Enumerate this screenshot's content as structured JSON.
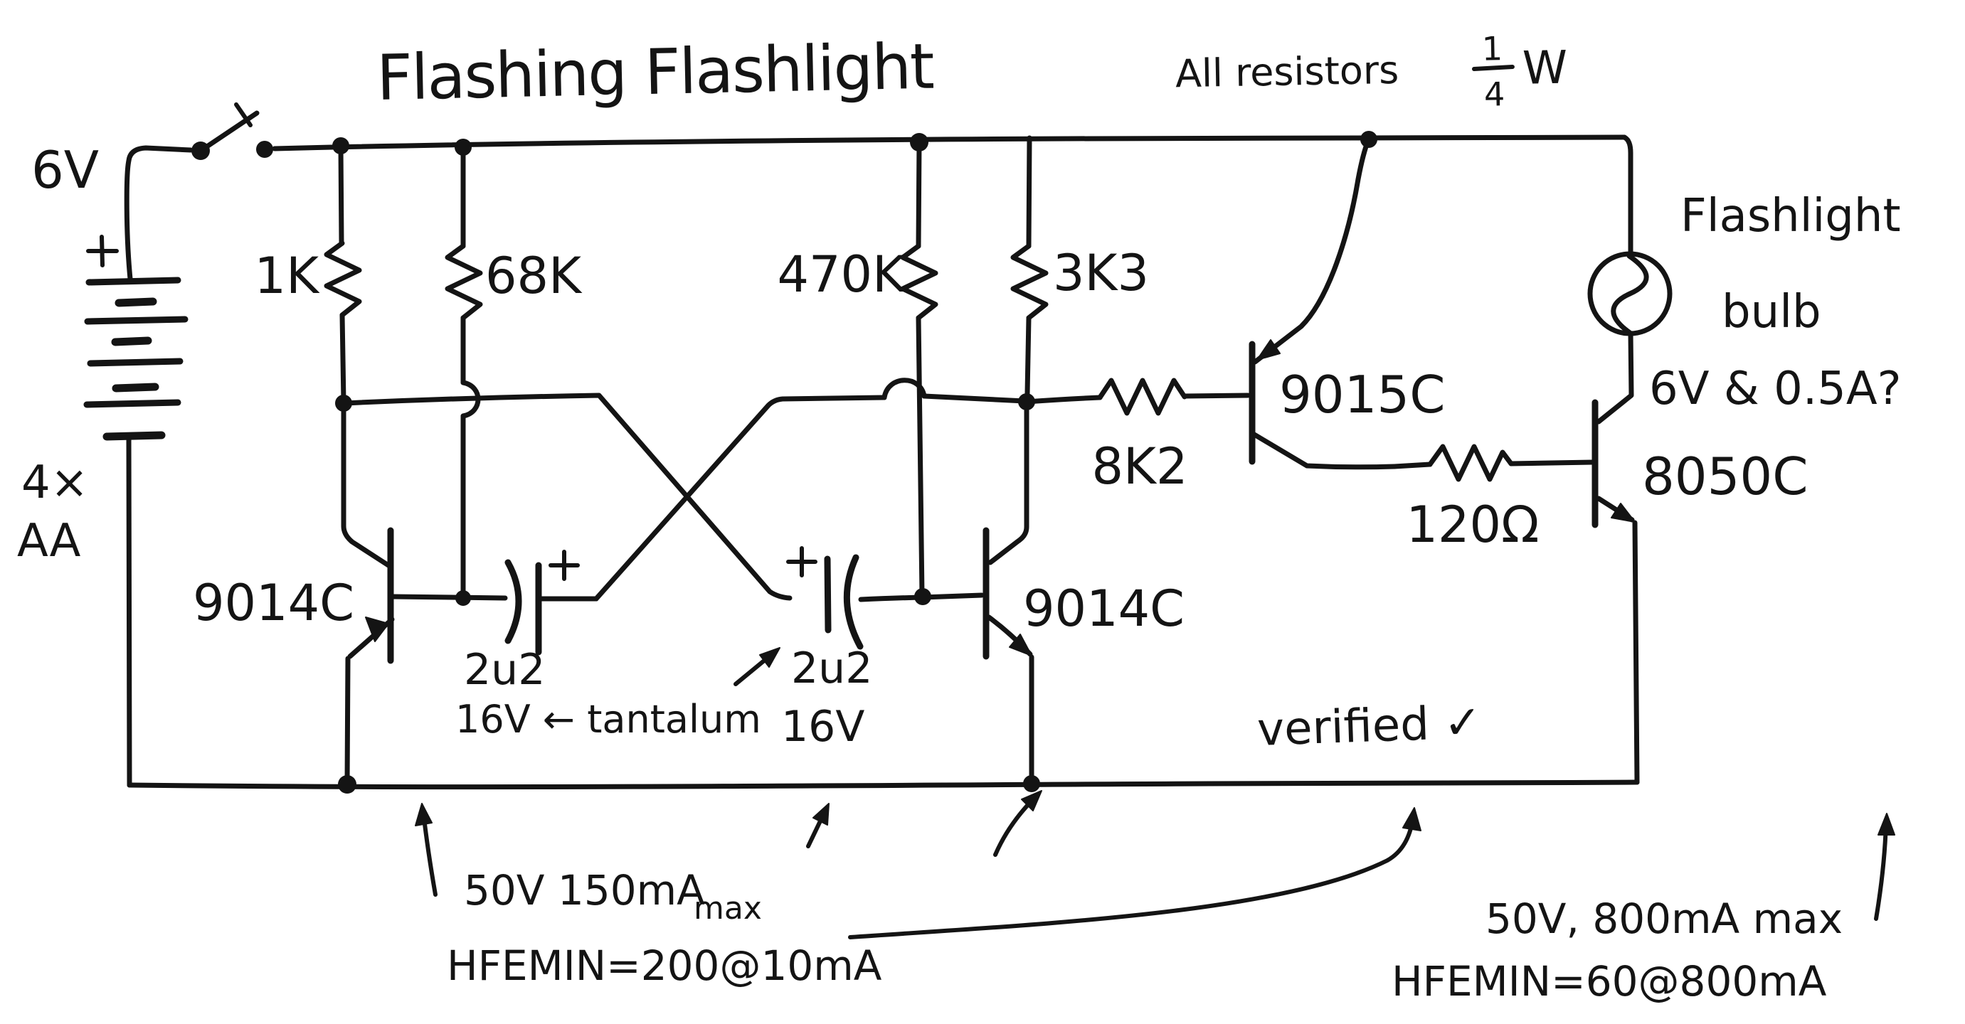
{
  "style": {
    "ink": "#141414",
    "background": "#ffffff"
  },
  "schematic": {
    "title": "Flashing Flashlight",
    "resistor_note": {
      "prefix": "All resistors",
      "frac_num": "1",
      "frac_den": "4",
      "unit": "W"
    },
    "battery": {
      "voltage": "6V",
      "count": "4×",
      "type": "AA"
    },
    "switch": {
      "type": "spst-switch"
    },
    "resistors": {
      "r1": "1K",
      "r2": "68K",
      "r3": "470K",
      "r4": "3K3",
      "r5": "8K2",
      "r6": "120Ω"
    },
    "transistors": {
      "q1": "9014C",
      "q2": "9014C",
      "q3": "9015C",
      "q4": "8050C"
    },
    "capacitors": {
      "c1": {
        "value": "2u2",
        "note": "16V ← tantalum"
      },
      "c2": {
        "value": "2u2",
        "voltage": "16V"
      }
    },
    "bulb": {
      "line1": "Flashlight",
      "line2": "bulb",
      "rating": "6V & 0.5A?"
    },
    "verified": "verified ✓",
    "annotations": {
      "small_rating": "50V 150mA",
      "small_rating_max": "max",
      "small_hfe": "HFEMIN=200@10mA",
      "big_rating": "50V, 800mA max",
      "big_hfe": "HFEMIN=60@800mA"
    }
  }
}
